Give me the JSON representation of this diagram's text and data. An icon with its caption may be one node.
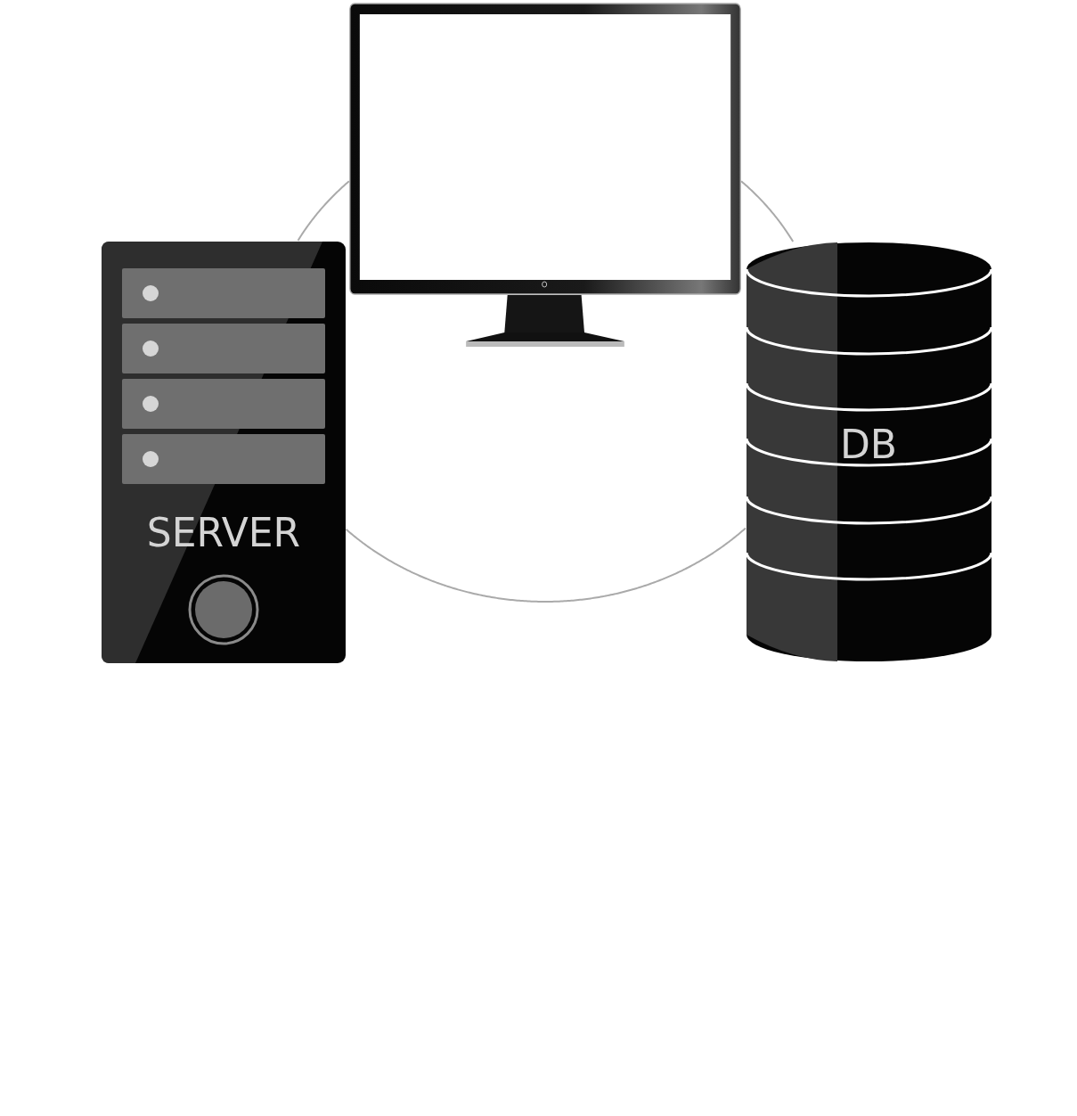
{
  "diagram": {
    "nodes": [
      {
        "text": [],
        "shape": "picture"
      },
      {
        "text": [
          "SERVER"
        ]
      },
      {
        "text": [
          "DB"
        ]
      }
    ],
    "edges": [
      {
        "from": 0,
        "to": 1,
        "arrow": "none"
      },
      {
        "from": 1,
        "to": 2,
        "arrow": "none"
      },
      {
        "from": 2,
        "to": 0,
        "arrow": "none"
      }
    ]
  }
}
